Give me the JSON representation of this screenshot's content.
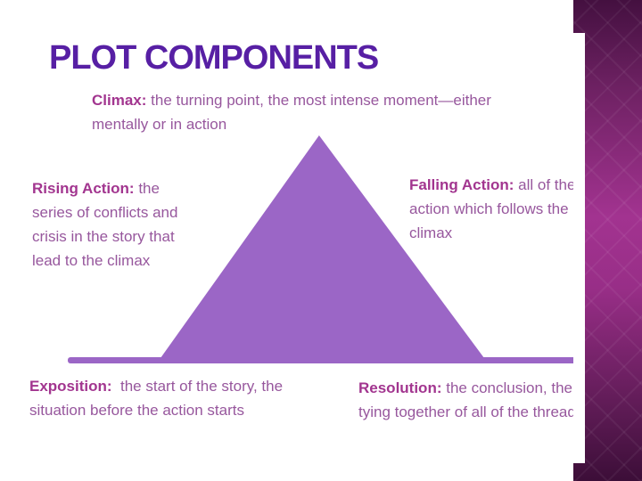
{
  "slide_title": "PLOT COMPONENTS",
  "definitions": {
    "climax": {
      "term": "Climax:",
      "definition": " the turning point, the most intense moment—either mentally or in action"
    },
    "rising_action": {
      "term": "Rising Action:",
      "definition": " the series of conflicts and crisis in the story that lead to the climax"
    },
    "falling_action": {
      "term": "Falling Action:",
      "definition": " all of the action which follows the climax"
    },
    "exposition": {
      "term": "Exposition:",
      "definition": "  the start of the story, the situation before the action starts"
    },
    "resolution": {
      "term": "Resolution:",
      "definition": " the conclusion, the tying together of all of the threads"
    }
  },
  "diagram": {
    "shape": "plot-pyramid",
    "triangle_color": "#9b66c6",
    "baseline_color": "#9b66c6"
  },
  "colors": {
    "background": "#ffffff",
    "title_text": "#571fa4",
    "term_text": "#a2358f",
    "definition_text": "#97579d",
    "border_dark": "#441040",
    "border_bright": "#a23390"
  }
}
